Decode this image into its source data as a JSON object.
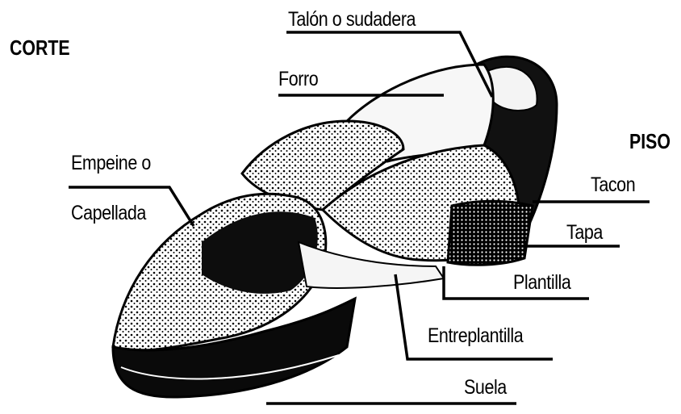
{
  "sections": {
    "upper": "CORTE",
    "bottom": "PISO"
  },
  "labels": {
    "heel_counter": "Talón o sudadera",
    "lining": "Forro",
    "vamp_line1": "Empeine o",
    "vamp_line2": "Capellada",
    "heel": "Tacon",
    "top_lift": "Tapa",
    "insole": "Plantilla",
    "midsole": "Entreplantilla",
    "outsole": "Suela"
  },
  "colors": {
    "ink": "#000000",
    "paper": "#ffffff"
  }
}
